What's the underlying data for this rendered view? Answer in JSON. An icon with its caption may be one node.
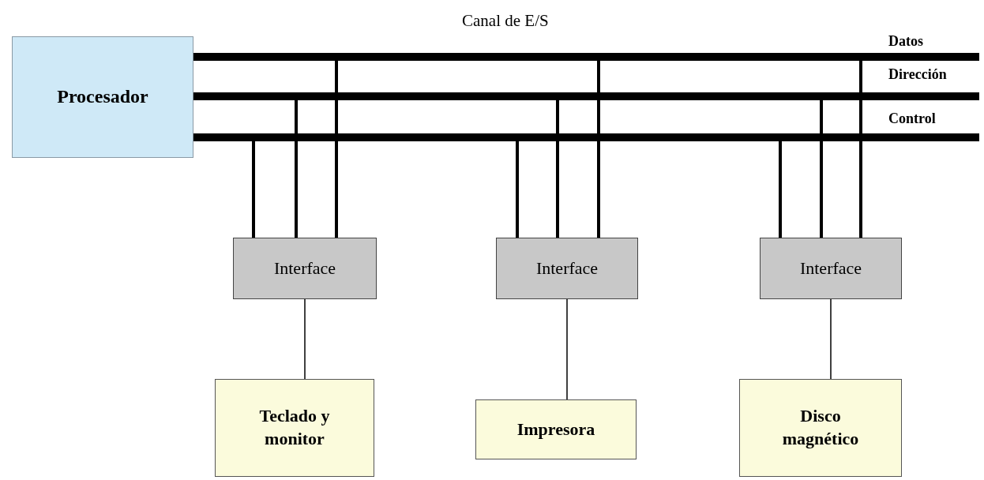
{
  "diagram": {
    "nodes": [
      {
        "text": [
          "Procesador"
        ]
      },
      {
        "text": [],
        "shape": "bar",
        "beside": [
          "Datos"
        ]
      },
      {
        "text": [],
        "shape": "bar",
        "beside": [
          "Dirección"
        ]
      },
      {
        "text": [],
        "shape": "bar",
        "beside": [
          "Control"
        ]
      },
      {
        "text": [
          "Interface"
        ]
      },
      {
        "text": [
          "Interface"
        ]
      },
      {
        "text": [
          "Interface"
        ]
      },
      {
        "text": [
          "Teclado y monitor"
        ]
      },
      {
        "text": [
          "Impresora"
        ]
      },
      {
        "text": [
          "Disco magnético"
        ]
      }
    ],
    "edges": [
      {
        "from": 4,
        "to": 3,
        "arrow": "none"
      },
      {
        "from": 4,
        "to": 2,
        "arrow": "none"
      },
      {
        "from": 4,
        "to": 1,
        "arrow": "none"
      },
      {
        "from": 5,
        "to": 3,
        "arrow": "none"
      },
      {
        "from": 5,
        "to": 2,
        "arrow": "none"
      },
      {
        "from": 5,
        "to": 1,
        "arrow": "none"
      },
      {
        "from": 6,
        "to": 3,
        "arrow": "none"
      },
      {
        "from": 6,
        "to": 2,
        "arrow": "none"
      },
      {
        "from": 6,
        "to": 1,
        "arrow": "none"
      },
      {
        "from": 4,
        "to": 7,
        "arrow": "none"
      },
      {
        "from": 5,
        "to": 8,
        "arrow": "none"
      },
      {
        "from": 6,
        "to": 9,
        "arrow": "none"
      }
    ],
    "labels": [
      "Canal de E/S"
    ]
  }
}
